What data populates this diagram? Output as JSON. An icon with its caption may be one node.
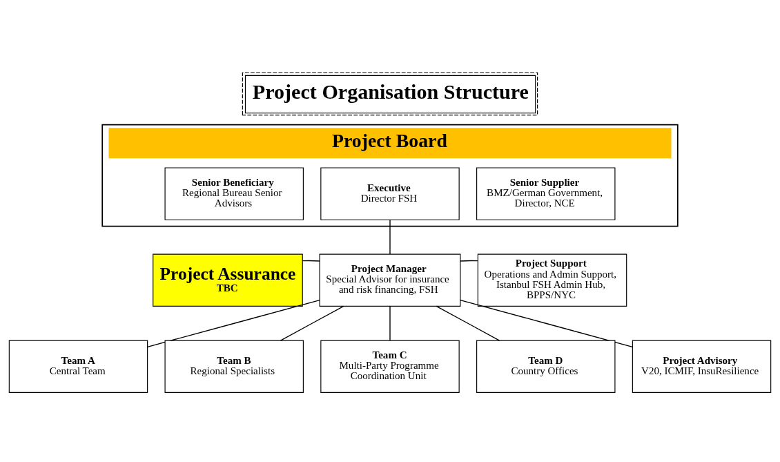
{
  "diagram": {
    "title": "Project Organisation Structure",
    "nodes": [
      {
        "text": [
          "Project Board"
        ]
      },
      {
        "text": [
          "Senior Beneficiary",
          "Regional Bureau Senior Advisors"
        ],
        "in": 0
      },
      {
        "text": [
          "Executive",
          "Director FSH"
        ],
        "in": 0
      },
      {
        "text": [
          "Senior Supplier",
          "BMZ/German Government, Director, NCE"
        ],
        "in": 0
      },
      {
        "text": [
          "Project Assurance",
          "TBC"
        ]
      },
      {
        "text": [
          "Project Manager",
          "Special Advisor for insurance and risk financing, FSH"
        ]
      },
      {
        "text": [
          "Project Support",
          "Operations and Admin Support, Istanbul FSH Admin Hub, BPPS/NYC"
        ]
      },
      {
        "text": [
          "Project Advisory",
          "V20, ICMIF, InsuResilience"
        ]
      },
      {
        "text": [
          "Team A",
          "Central Team"
        ]
      },
      {
        "text": [
          "Team B",
          "Regional Specialists"
        ]
      },
      {
        "text": [
          "Team C",
          "Multi-Party Programme Coordination Unit"
        ]
      },
      {
        "text": [
          "Team D",
          "Country Offices"
        ]
      }
    ],
    "edges": [
      {
        "from": 2,
        "to": 5,
        "arrow": "none"
      },
      {
        "from": 4,
        "to": 5,
        "arrow": "none"
      },
      {
        "from": 5,
        "to": 6,
        "arrow": "none"
      },
      {
        "from": 5,
        "to": 7,
        "arrow": "none"
      },
      {
        "from": 5,
        "to": 8,
        "arrow": "none"
      },
      {
        "from": 5,
        "to": 9,
        "arrow": "none"
      },
      {
        "from": 5,
        "to": 10,
        "arrow": "none"
      },
      {
        "from": 5,
        "to": 11,
        "arrow": "none"
      }
    ]
  }
}
